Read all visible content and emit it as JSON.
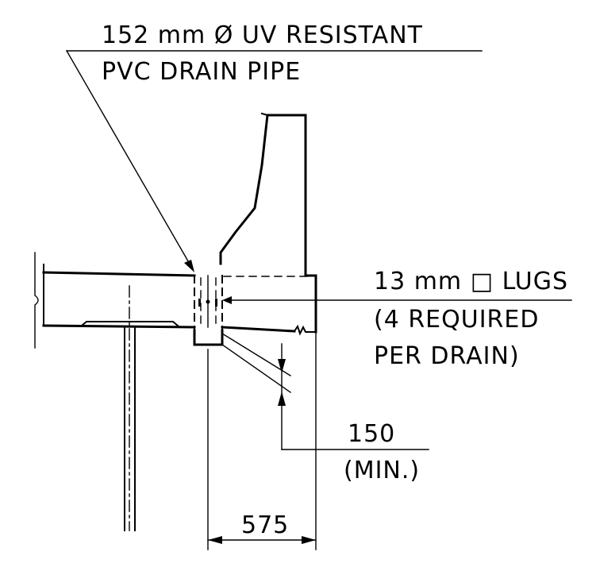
{
  "labels": {
    "drain_line1": "152 mm Ø UV RESISTANT",
    "drain_line2": "PVC DRAIN PIPE",
    "lugs_line1": "13 mm □ LUGS",
    "lugs_line2": "(4 REQUIRED",
    "lugs_line3": "PER DRAIN)",
    "dim_150": "150",
    "dim_150_note": "(MIN.)",
    "dim_575": "575"
  }
}
